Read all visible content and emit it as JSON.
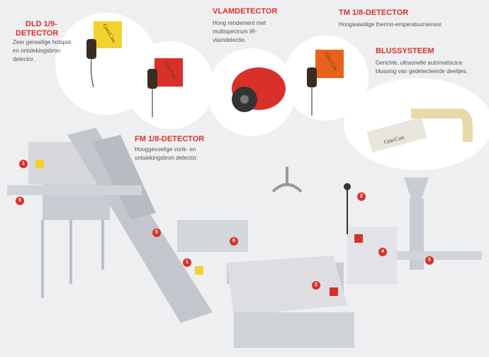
{
  "detectors": {
    "dld": {
      "title_line1": "DLD 1/9-",
      "title_line2": "DETECTOR",
      "desc": "Zeer genoelige hotspot- en ontslekingsbron detector."
    },
    "vlam": {
      "title": "VLAMDETECTOR",
      "desc": "Hong rendement met multispectrum IR-vlamdetectie."
    },
    "tm": {
      "title": "TM 1/8-DETECTOR",
      "desc": "Hoogwawdige thermo-emperatuursensor."
    },
    "bluss": {
      "title": "BLUSSYSTEEM",
      "desc": "Gerichte, ultrasnelle automatiscice blussing van gedetecteerde deeltjes."
    },
    "fm": {
      "title": "FM 1/8-DETECTOR",
      "desc": "Hooggevoelige vonk- en ontslekingsbron detector."
    }
  },
  "brand": "GrecCon",
  "markers": [
    "1",
    "5",
    "5",
    "1",
    "6",
    "2",
    "2",
    "4",
    "5"
  ],
  "colors": {
    "accent": "#d9302a",
    "yellow": "#f2d22e",
    "orange": "#e8621e",
    "machine": "#c9ccd2"
  }
}
